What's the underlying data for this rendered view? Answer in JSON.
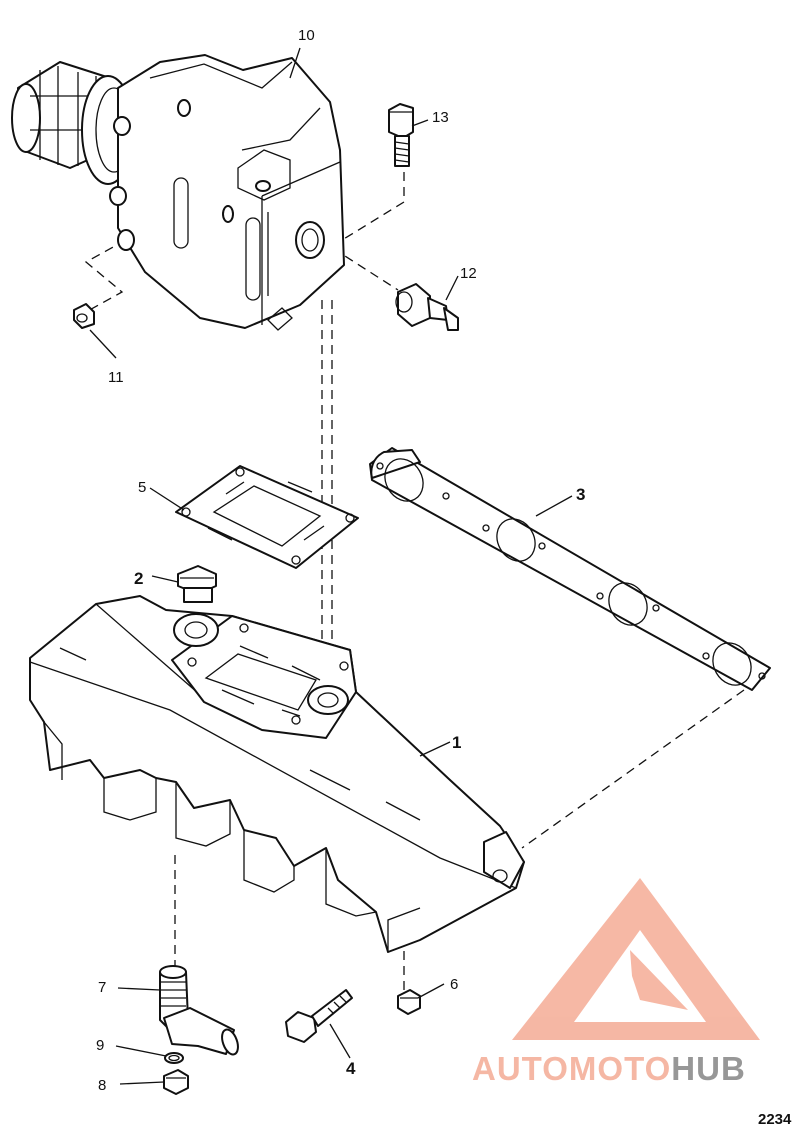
{
  "callouts": {
    "c1": "1",
    "c2": "2",
    "c3": "3",
    "c4": "4",
    "c5": "5",
    "c6": "6",
    "c7": "7",
    "c8": "8",
    "c9": "9",
    "c10": "10",
    "c11": "11",
    "c12": "12",
    "c13": "13"
  },
  "drawing_number": "2234",
  "watermark": {
    "part1": "AUTO",
    "part2": "MOTO",
    "part3": "HUB",
    "color_light": "#f5b09b",
    "color_dark": "#8c8c8c"
  }
}
